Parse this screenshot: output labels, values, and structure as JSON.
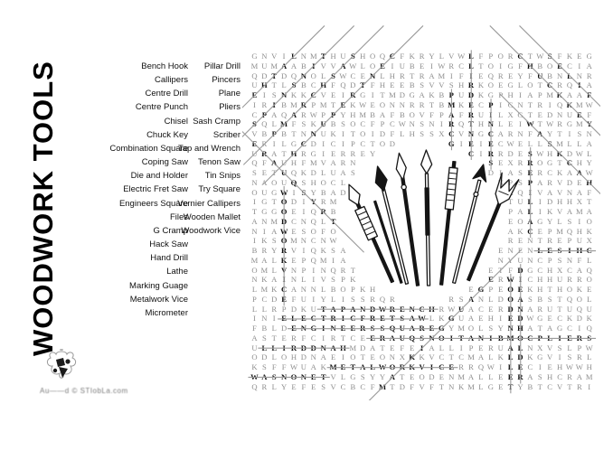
{
  "title": "WOODWORK TOOLS",
  "watermark": {
    "text": "Au——d © STIobLa.com"
  },
  "word_columns": {
    "col1": [
      "Bench Hook",
      "Callipers",
      "Centre Drill",
      "Centre Punch",
      "Chisel",
      "Chuck Key",
      "Combination Square",
      "Coping Saw",
      "Die and Holder",
      "Electric Fret Saw",
      "Engineers Square",
      "Files",
      "G Cramp",
      "Hack Saw",
      "Hand Drill",
      "Lathe",
      "Marking Guage",
      "Metalwork Vice",
      "Micrometer"
    ],
    "col2": [
      "Pillar Drill",
      "Pincers",
      "Plane",
      "Pliers",
      "Sash Cramp",
      "Scriber",
      "Tap and Wrench",
      "Tenon Saw",
      "Tin Snips",
      "Try Square",
      "Vernier Callipers",
      "Wooden Mallet",
      "Woodwork Vice"
    ]
  },
  "colors": {
    "filler_letter": "#8e8e8e",
    "solution_letter": "#101010",
    "strike_line": "#9a9a9a",
    "ink": "#151515"
  },
  "grid": {
    "cols": 35,
    "rows": [
      "GNVILNMTHUSHOQCFKRYLVWLFPORCTWSFKEG",
      "MUMAABIVVAWLOEIUBEIWRCLTOIGFHBOECIA",
      "QDTDQNOLSWCENLHRTRAMIFIEQREYFUBNLNR",
      "UHTLSBCHFQDTFHEEBSVVSHRKOEGLOTCRQIA",
      "EISNKKCVEIRGITMDGAKBPUDKGPHIAPMKAAF",
      "IRIBMRPMTEKWEONNRRTBMKECPICNTRIQKMW",
      "CPAQARWPPYHMBAFBOVFPAFRUILXGTEDNUEF",
      "SQLMFSKUBSOCFPCWNSNIRQTHNLEIWTWRGMY",
      "VBPBTNNUKITOIDFLHSSXCVNGCARNFAYTISN",
      "ERILGCDICIPCTOD     GIEIECWELLSMLLA",
      "URATHRGIERREY         CIRRDESWHKDWL",
      "QFAUHFMVARN             SEXRROGTCHY",
      "SETUQKDLUAS             DIASERCKAAW",
      "NAOUQSHOCL               NPSPARVDEH",
      "OUGWISYBAD               DAQIVAVNAF",
      "IGTODIYRM                 TULIDHHXT",
      "TGGOEIQRB                 PALIKVAMA",
      "ANMDCNQLT                 EOAGYLSIO",
      "NIAWESOFO                 AKCEPMQHK",
      "IKSOMNCNW                 RENTREPUX",
      "BRYRVIQKSA               ENENLESIHC",
      "MALKEPQMIA               NYUNCPSNFL",
      "OMLVNPINQRT             ETFDGCHXCAQ",
      "NKAINLIVSPK             ERWICHHURRO",
      "LMKCANNLBOPKH         EGPEOEKHTHOKE",
      "PCDEFUIYLISSRQR     RSANLDOASBSTQOL",
      "LLRPDKUTAPANDWRENCHRWUACERDNARUTUQU",
      "INIELECTRICFRETSAWLKGUAEHIEDWGECKDK",
      "FBLDENGINEERSSQUAREGYMOLSYNHATAGCIQ",
      "ASTERFCIRTCEERAUQSNOITANIBMOCPLIERS",
      "ULLIRDDNAHMDATEFEIALLIPERUALNXVSLPW",
      "ODLOHDNAEIOTEONXKKVCTCMALKLDKGVISRL",
      "KSFFWUAKMETALWORKVICERRQWILECIEHWWH",
      "WASNONETVLGSYYATEODENMALLEERASHCRAM",
      "QRLYEFESVCBCFMTDFVFTNKMLGETYBTCVTRI"
    ]
  }
}
